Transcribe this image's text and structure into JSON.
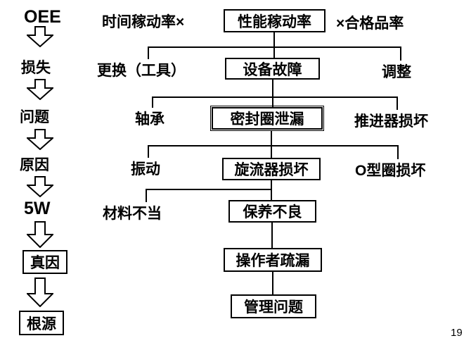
{
  "page": {
    "number": "19"
  },
  "left_flow": {
    "oee": "OEE",
    "loss": "损失",
    "problem": "问题",
    "cause": "原因",
    "five_w": "5W",
    "true_cause": "真因",
    "root": "根源"
  },
  "tree": {
    "l1_left": "时间稼动率×",
    "l1_center": "性能稼动率",
    "l1_right": "×合格品率",
    "l2_left": "更换（工具）",
    "l2_center": "设备故障",
    "l2_right": "调整",
    "l3_left": "轴承",
    "l3_center": "密封圈泄漏",
    "l3_right": "推进器损坏",
    "l4_left": "振动",
    "l4_center": "旋流器损坏",
    "l4_right": "O型圈损坏",
    "l5_left": "材料不当",
    "l5_center": "保养不良",
    "l6_center": "操作者疏漏",
    "l7_center": "管理问题"
  },
  "colors": {
    "ink": "#000000",
    "background": "#ffffff"
  }
}
